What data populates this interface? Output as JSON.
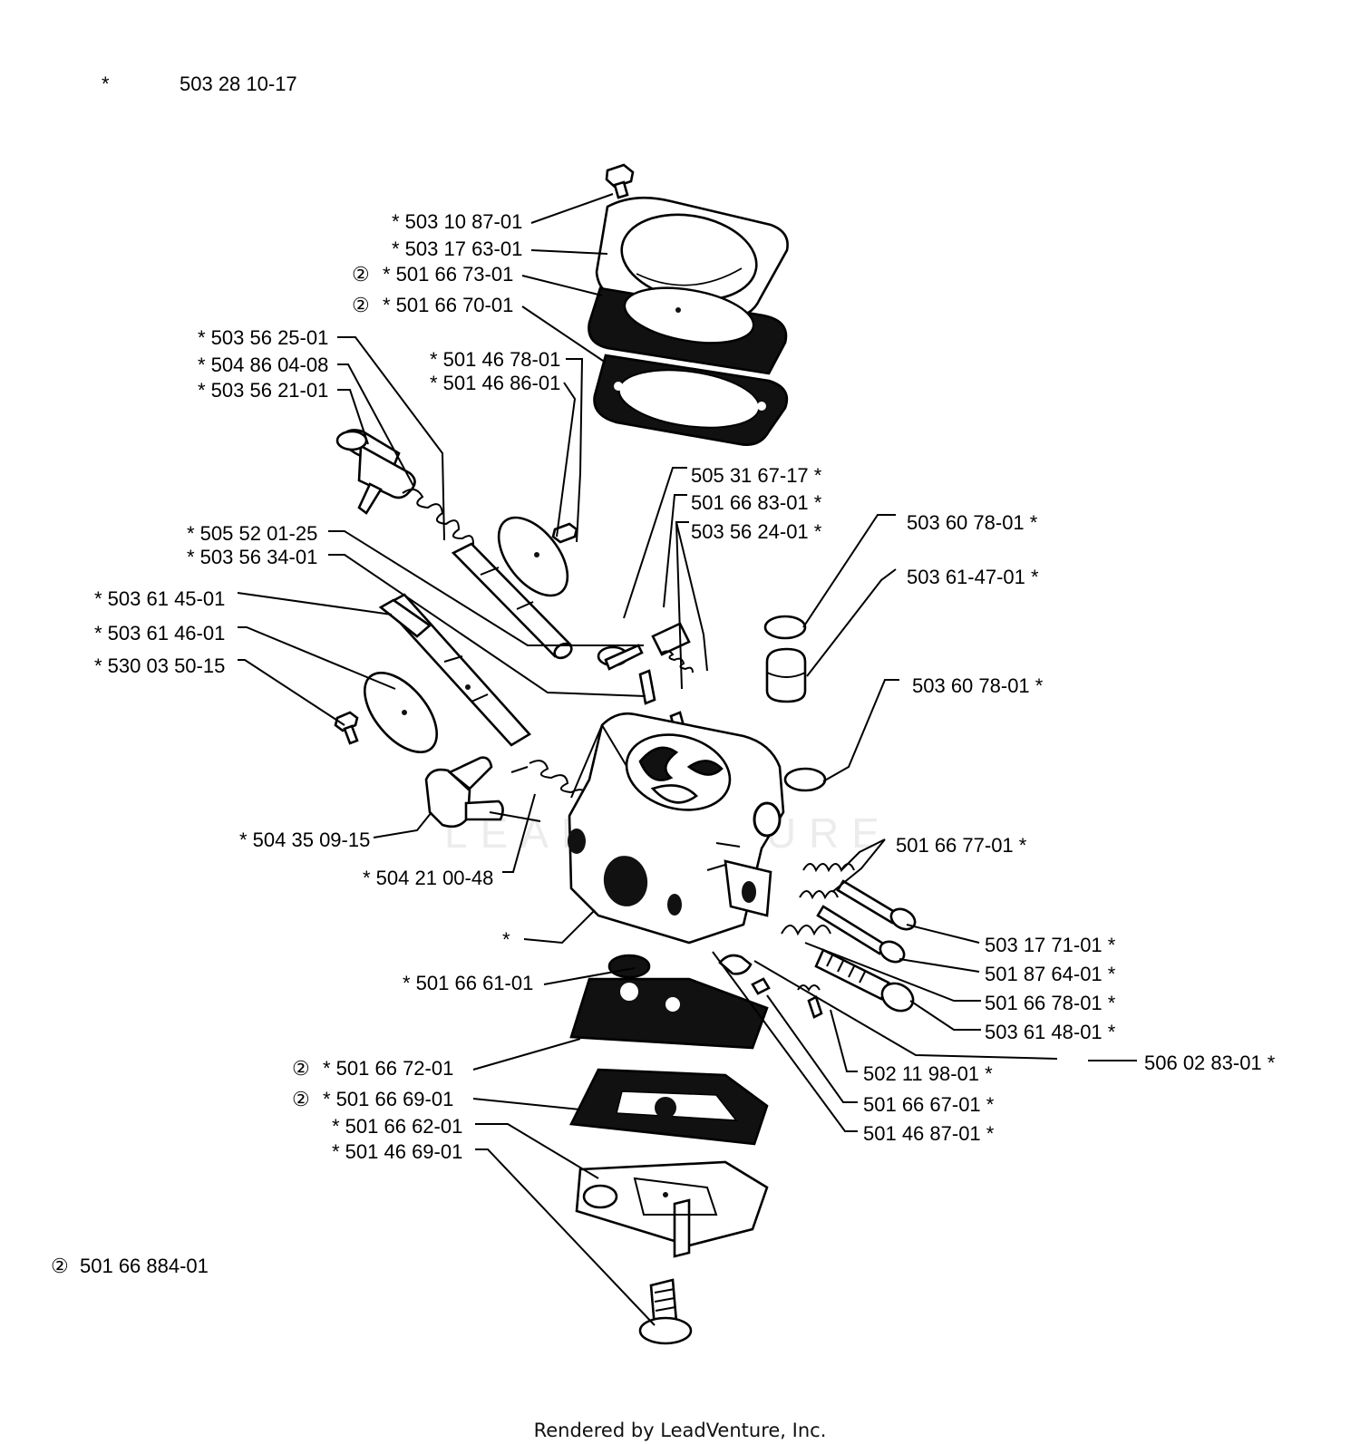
{
  "header": {
    "star": "*",
    "kit_number": "503 28 10-17"
  },
  "watermark": "LEADVENTURE",
  "callouts": [
    {
      "id": "c01",
      "text": "* 503 10 87-01"
    },
    {
      "id": "c02",
      "text": "* 503 17 63-01"
    },
    {
      "id": "c03",
      "text": "* 501 66 73-01",
      "mark": "②"
    },
    {
      "id": "c04",
      "text": "* 501 66 70-01",
      "mark": "②"
    },
    {
      "id": "c05",
      "text": "* 503 56 25-01"
    },
    {
      "id": "c06",
      "text": "* 504 86 04-08"
    },
    {
      "id": "c07",
      "text": "* 503 56 21-01"
    },
    {
      "id": "c08",
      "text": "* 501 46 78-01"
    },
    {
      "id": "c09",
      "text": "* 501 46 86-01"
    },
    {
      "id": "c10",
      "text": "505 31 67-17 *"
    },
    {
      "id": "c11",
      "text": "501 66 83-01 *"
    },
    {
      "id": "c12",
      "text": "503 56 24-01 *"
    },
    {
      "id": "c13",
      "text": "503 60 78-01 *"
    },
    {
      "id": "c14",
      "text": "503 61-47-01 *"
    },
    {
      "id": "c15",
      "text": "* 505 52 01-25"
    },
    {
      "id": "c16",
      "text": "* 503 56 34-01"
    },
    {
      "id": "c17",
      "text": "* 503 61 45-01"
    },
    {
      "id": "c18",
      "text": "* 503 61 46-01"
    },
    {
      "id": "c19",
      "text": "* 530 03 50-15"
    },
    {
      "id": "c20",
      "text": "503 60 78-01 *"
    },
    {
      "id": "c21",
      "text": "* 504 35 09-15"
    },
    {
      "id": "c22",
      "text": "* 504 21 00-48"
    },
    {
      "id": "c23",
      "text": "501 66 77-01 *"
    },
    {
      "id": "c24",
      "text": "*"
    },
    {
      "id": "c25",
      "text": "503 17 71-01 *"
    },
    {
      "id": "c26",
      "text": "501 87 64-01 *"
    },
    {
      "id": "c27",
      "text": "* 501 66 61-01"
    },
    {
      "id": "c28",
      "text": "501 66 78-01 *"
    },
    {
      "id": "c29",
      "text": "503 61 48-01 *"
    },
    {
      "id": "c30",
      "text": "506 02 83-01 *"
    },
    {
      "id": "c31",
      "text": "* 501 66 72-01",
      "mark": "②"
    },
    {
      "id": "c32",
      "text": "502 11 98-01 *"
    },
    {
      "id": "c33",
      "text": "* 501 66 69-01",
      "mark": "②"
    },
    {
      "id": "c34",
      "text": "501 66 67-01 *"
    },
    {
      "id": "c35",
      "text": "* 501 66 62-01"
    },
    {
      "id": "c36",
      "text": "501 46 87-01 *"
    },
    {
      "id": "c37",
      "text": "* 501 46 69-01"
    }
  ],
  "kit_note": {
    "mark": "②",
    "text": "501 66 884-01"
  },
  "footer": {
    "text": "Rendered by LeadVenture, Inc."
  }
}
